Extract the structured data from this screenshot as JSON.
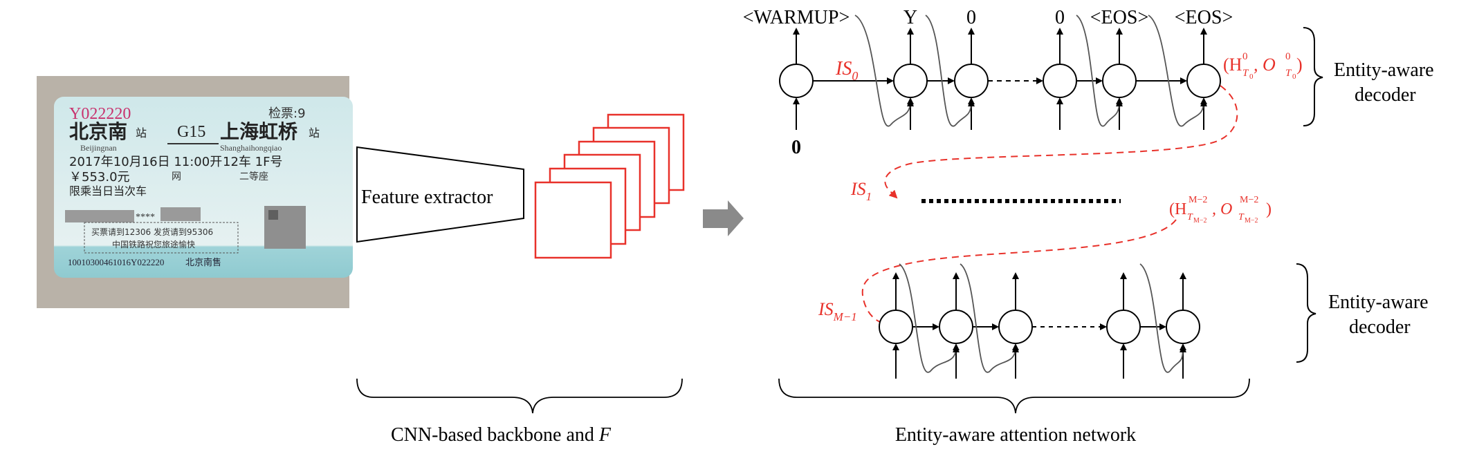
{
  "ticket": {
    "number": "Y022220",
    "check": "检票:9",
    "from_station": "北京南",
    "from_station_suffix": "站",
    "from_pinyin": "Beijingnan",
    "train": "G15",
    "to_station": "上海虹桥",
    "to_station_suffix": "站",
    "to_pinyin": "Shanghaihongqiao",
    "datetime": "2017年10月16日 11:00开",
    "car_seat": "12车 1F号",
    "price": "￥553.0元",
    "price_note": "网",
    "seat_class": "二等座",
    "restriction": "限乘当日当次车",
    "masked_id": "****",
    "notice_1": "买票请到12306 发货请到95306",
    "notice_2": "中国铁路祝您旅途愉快",
    "barcode_number": "10010300461016Y022220",
    "sale_station": "北京南售"
  },
  "backbone": {
    "feature_extractor_label": "Feature extractor",
    "caption_prefix": "CNN-based backbone and ",
    "caption_symbol": "F"
  },
  "decoder_top": {
    "outputs": [
      "<WARMUP>",
      "Y",
      "0",
      "0",
      "<EOS>",
      "<EOS>"
    ],
    "input_zero": "0",
    "is_label_base": "IS",
    "is_label_sub": "0",
    "state_label": "(H",
    "state_sup": "0",
    "state_sub": "T",
    "state_sub2": "0",
    "state_mid": ", O",
    "state_close": ")",
    "brace_label_line1": "Entity-aware",
    "brace_label_line2": "decoder"
  },
  "middle": {
    "is1_base": "IS",
    "is1_sub": "1",
    "state_prefix": "(H",
    "state_sup": "M−2",
    "state_sub": "T",
    "state_subsub": "M−2",
    "state_mid": ", O",
    "state_close": ")"
  },
  "decoder_bottom": {
    "is_base": "IS",
    "is_sub": "M−1",
    "brace_label_line1": "Entity-aware",
    "brace_label_line2": "decoder"
  },
  "captions": {
    "attention_network": "Entity-aware attention network"
  },
  "colors": {
    "red": "#e8312a",
    "ticket_blue": "#9fd3d8",
    "arrow_gray": "#8a8a8a"
  }
}
